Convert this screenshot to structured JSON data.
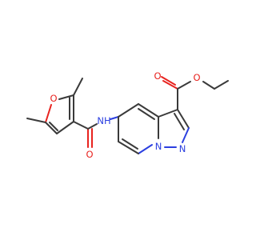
{
  "atoms": {
    "furan_oxygen": "O",
    "amide_nh": "NH",
    "amide_oxygen": "O",
    "ester_carbonyl_oxygen": "O",
    "ester_ether_oxygen": "O",
    "pyrazole_n1": "N",
    "pyrazole_n2": "N"
  },
  "colors": {
    "bond": "#3a3a3a",
    "oxygen": "#e8231f",
    "nitrogen": "#2b3fe0",
    "background": "#ffffff"
  }
}
